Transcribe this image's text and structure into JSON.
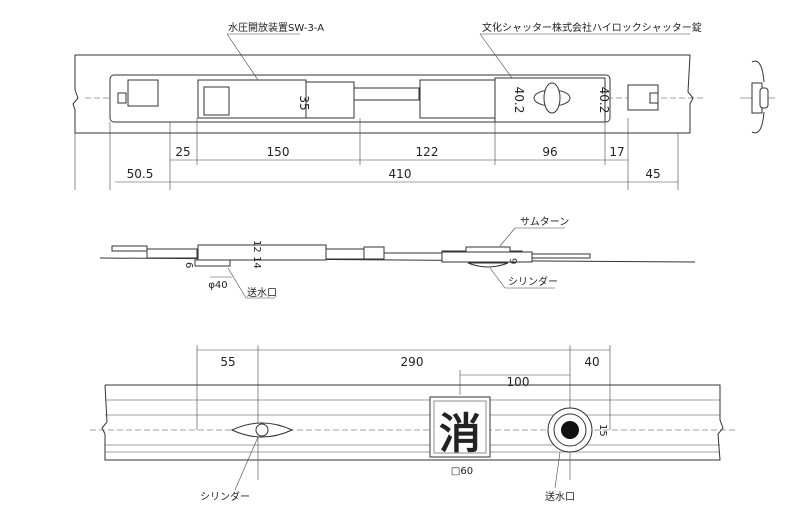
{
  "top_view": {
    "device_label": "水圧開放装置SW-3-A",
    "lock_label": "文化シャッター株式会社ハイロックシャッター錠",
    "dims_row1": [
      "25",
      "150",
      "122",
      "96",
      "17"
    ],
    "dims_row2": [
      "50.5",
      "410",
      "45"
    ],
    "height_dims": [
      "35",
      "40.2",
      "40.2"
    ]
  },
  "side_view": {
    "thumbturn_label": "サムターン",
    "cylinder_label": "シリンダー",
    "inlet_label": "送水口",
    "dims": [
      "φ40",
      "12",
      "14",
      "6",
      "9"
    ]
  },
  "front_view": {
    "dims_top": [
      "55",
      "290",
      "40"
    ],
    "dim_100": "100",
    "fire_symbol": "消",
    "square_dim": "□60",
    "dim_15": "15",
    "cylinder_label": "シリンダー",
    "inlet_label": "送水口"
  }
}
